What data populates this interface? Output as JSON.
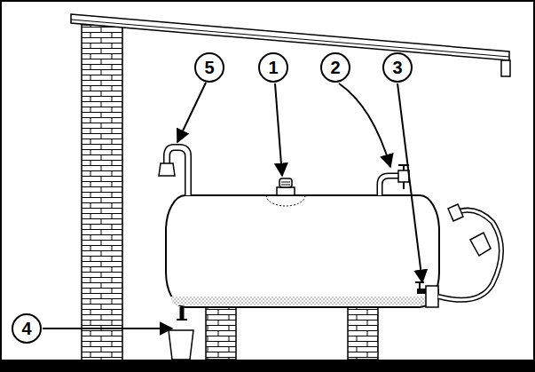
{
  "diagram": {
    "nodes": [
      {
        "text": [
          "5"
        ]
      },
      {
        "text": [
          "1"
        ]
      },
      {
        "text": [
          "2"
        ]
      },
      {
        "text": [
          "3"
        ]
      },
      {
        "text": [
          "4"
        ]
      }
    ]
  }
}
